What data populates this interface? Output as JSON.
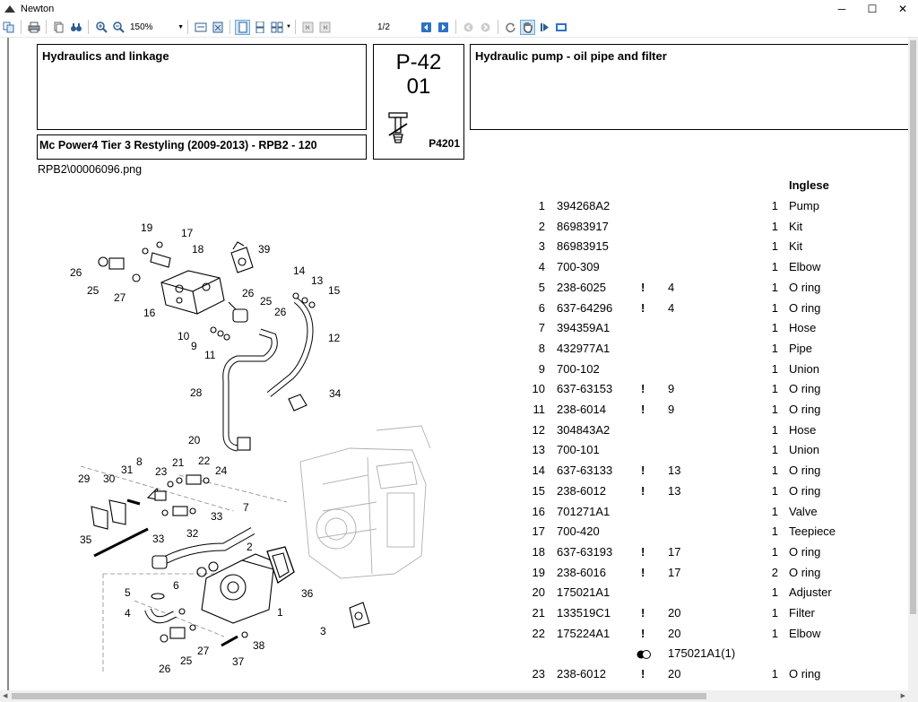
{
  "window": {
    "title": "Newton",
    "controls": [
      "─",
      "☐",
      "✕"
    ]
  },
  "toolbar": {
    "zoom_value": "150%",
    "page_indicator": "1/2",
    "buttons": [
      "copy",
      "print",
      "copy-page",
      "find",
      "zoom-in",
      "zoom-out",
      "zoom-select",
      "fit-width",
      "fit-page",
      "single-page",
      "continuous",
      "facing",
      "first-page",
      "last-page",
      "select-text",
      "previous",
      "next",
      "rotate-left",
      "rotate-right",
      "refresh",
      "hand",
      "next-hotspot",
      "export"
    ]
  },
  "header": {
    "group_title": "Hydraulics and linkage",
    "model_title": "Mc Power4 Tier 3 Restyling (2009-2013) - RPB2 - 120",
    "page_number_line1": "P-42",
    "page_number_line2": "01",
    "page_code": "P4201",
    "section_title": "Hydraulic pump - oil pipe and filter"
  },
  "filename": "RPB2\\00006096.png",
  "parts_table": {
    "language_header": "Inglese",
    "rows": [
      {
        "num": "1",
        "code": "394268A2",
        "flag": "",
        "ref": "",
        "qty": "1",
        "desc": "Pump"
      },
      {
        "num": "2",
        "code": "86983917",
        "flag": "",
        "ref": "",
        "qty": "1",
        "desc": "Kit"
      },
      {
        "num": "3",
        "code": "86983915",
        "flag": "",
        "ref": "",
        "qty": "1",
        "desc": "Kit"
      },
      {
        "num": "4",
        "code": "700-309",
        "flag": "",
        "ref": "",
        "qty": "1",
        "desc": "Elbow"
      },
      {
        "num": "5",
        "code": "238-6025",
        "flag": "!",
        "ref": "4",
        "qty": "1",
        "desc": "O ring"
      },
      {
        "num": "6",
        "code": "637-64296",
        "flag": "!",
        "ref": "4",
        "qty": "1",
        "desc": "O ring"
      },
      {
        "num": "7",
        "code": "394359A1",
        "flag": "",
        "ref": "",
        "qty": "1",
        "desc": "Hose"
      },
      {
        "num": "8",
        "code": "432977A1",
        "flag": "",
        "ref": "",
        "qty": "1",
        "desc": "Pipe"
      },
      {
        "num": "9",
        "code": "700-102",
        "flag": "",
        "ref": "",
        "qty": "1",
        "desc": "Union"
      },
      {
        "num": "10",
        "code": "637-63153",
        "flag": "!",
        "ref": "9",
        "qty": "1",
        "desc": "O ring"
      },
      {
        "num": "11",
        "code": "238-6014",
        "flag": "!",
        "ref": "9",
        "qty": "1",
        "desc": "O ring"
      },
      {
        "num": "12",
        "code": "304843A2",
        "flag": "",
        "ref": "",
        "qty": "1",
        "desc": "Hose"
      },
      {
        "num": "13",
        "code": "700-101",
        "flag": "",
        "ref": "",
        "qty": "1",
        "desc": "Union"
      },
      {
        "num": "14",
        "code": "637-63133",
        "flag": "!",
        "ref": "13",
        "qty": "1",
        "desc": "O ring"
      },
      {
        "num": "15",
        "code": "238-6012",
        "flag": "!",
        "ref": "13",
        "qty": "1",
        "desc": "O ring"
      },
      {
        "num": "16",
        "code": "701271A1",
        "flag": "",
        "ref": "",
        "qty": "1",
        "desc": "Valve"
      },
      {
        "num": "17",
        "code": "700-420",
        "flag": "",
        "ref": "",
        "qty": "1",
        "desc": "Teepiece"
      },
      {
        "num": "18",
        "code": "637-63193",
        "flag": "!",
        "ref": "17",
        "qty": "1",
        "desc": "O ring"
      },
      {
        "num": "19",
        "code": "238-6016",
        "flag": "!",
        "ref": "17",
        "qty": "2",
        "desc": "O ring"
      },
      {
        "num": "20",
        "code": "175021A1",
        "flag": "",
        "ref": "",
        "qty": "1",
        "desc": "Adjuster"
      },
      {
        "num": "21",
        "code": "133519C1",
        "flag": "!",
        "ref": "20",
        "qty": "1",
        "desc": "Filter"
      },
      {
        "num": "22",
        "code": "175224A1",
        "flag": "!",
        "ref": "20",
        "qty": "1",
        "desc": "Elbow"
      },
      {
        "num": "",
        "code": "",
        "flag": "",
        "ref": "175021A1(1)",
        "qty": "",
        "desc": "",
        "symbol": "interchange-icon"
      },
      {
        "num": "23",
        "code": "238-6012",
        "flag": "!",
        "ref": "20",
        "qty": "1",
        "desc": "O ring"
      }
    ]
  },
  "drawing": {
    "callouts": [
      "19",
      "17",
      "18",
      "39",
      "26",
      "25",
      "27",
      "16",
      "26",
      "25",
      "26",
      "14",
      "13",
      "15",
      "10",
      "9",
      "11",
      "12",
      "28",
      "34",
      "20",
      "8",
      "23",
      "21",
      "22",
      "24",
      "29",
      "30",
      "31",
      "32",
      "33",
      "7",
      "35",
      "33",
      "2",
      "5",
      "6",
      "36",
      "4",
      "1",
      "3",
      "27",
      "38",
      "26",
      "25",
      "37"
    ]
  }
}
